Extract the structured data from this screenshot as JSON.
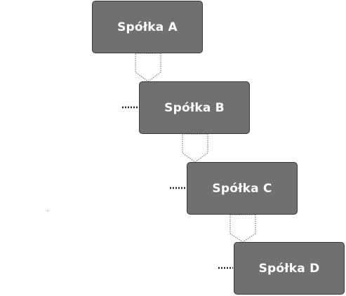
{
  "companies": [
    {
      "label": "Spółka A"
    },
    {
      "label": "Spółka B"
    },
    {
      "label": "Spółka C"
    },
    {
      "label": "Spółka D"
    }
  ],
  "colors": {
    "box_fill": "#707070",
    "box_border": "#3a3a3a",
    "box_text": "#ffffff",
    "connector": "#555555"
  }
}
